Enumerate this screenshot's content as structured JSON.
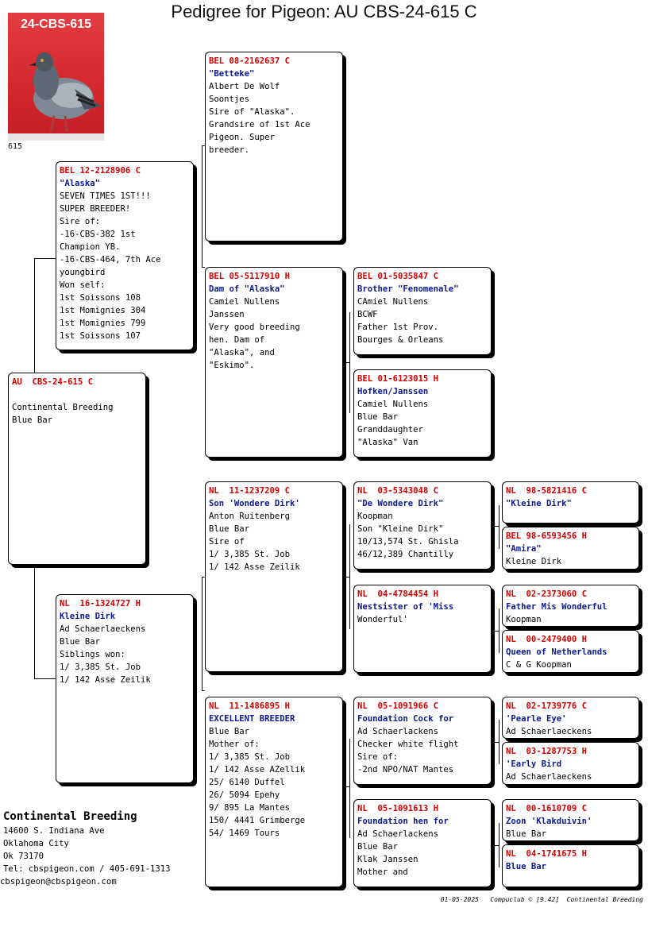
{
  "title": "Pedigree for Pigeon: AU  CBS-24-615 C",
  "photo": {
    "label": "24-CBS-615",
    "caption": "615"
  },
  "cards": {
    "subject": {
      "ring": "AU  CBS-24-615 C",
      "lines": [
        "",
        "Continental Breeding",
        "Blue Bar"
      ]
    },
    "sire": {
      "ring": "BEL 12-2128906 C",
      "name": "\"Alaska\"",
      "lines": [
        "SEVEN TIMES 1ST!!!",
        "SUPER BREEDER!",
        "Sire of:",
        "-16-CBS-382 1st",
        "Champion YB.",
        "-16-CBS-464, 7th Ace",
        "youngbird",
        "Won self:",
        "1st Soissons 108",
        "1st Momignies 304",
        "1st Momignies 799",
        "1st Soissons 107"
      ]
    },
    "dam": {
      "ring": "NL  16-1324727 H",
      "name": "Kleine Dirk",
      "lines": [
        "Ad Schaerlaeckens",
        "Blue Bar",
        "Siblings won:",
        "1/ 3,385 St. Job",
        "1/ 142 Asse Zeilik"
      ]
    },
    "ss": {
      "ring": "BEL 08-2162637 C",
      "name": "\"Betteke\"",
      "lines": [
        "Albert De Wolf",
        "Soontjes",
        "Sire of \"Alaska\".",
        "Grandsire of 1st Ace",
        "Pigeon. Super",
        "breeder."
      ]
    },
    "sd": {
      "ring": "BEL 05-5117910 H",
      "name": "Dam of \"Alaska\"",
      "lines": [
        "Camiel Nullens",
        "Janssen",
        "Very good breeding",
        "hen. Dam of",
        "\"Alaska\", and",
        "\"Eskimo\"."
      ]
    },
    "ds": {
      "ring": "NL  11-1237209 C",
      "name": "Son 'Wondere Dirk'",
      "lines": [
        "Anton Ruitenberg",
        "Blue Bar",
        "Sire of",
        "1/ 3,385 St. Job",
        "1/ 142 Asse Zeilik"
      ]
    },
    "dd": {
      "ring": "NL  11-1486895 H",
      "name": "EXCELLENT BREEDER",
      "lines": [
        "Blue Bar",
        "Mother of:",
        "1/ 3,385 St. Job",
        "1/ 142 Asse AZellik",
        "25/ 6140 Duffel",
        "26/ 5094 Epehy",
        "9/ 895 La Mantes",
        "150/ 4441 Grimberge",
        "54/ 1469 Tours"
      ]
    },
    "sds": {
      "ring": "BEL 01-5035847 C",
      "name": "Brother \"Fenomenale\"",
      "lines": [
        "CAmiel Nullens",
        "BCWF",
        "Father 1st Prov.",
        "Bourges & Orleans"
      ]
    },
    "sdd": {
      "ring": "BEL 01-6123015 H",
      "name": "Hofken/Janssen",
      "lines": [
        "Camiel Nullens",
        "Blue Bar",
        "Granddaughter",
        "\"Alaska\" Van"
      ]
    },
    "dss": {
      "ring": "NL  03-5343048 C",
      "name": "\"De Wondere Dirk\"",
      "lines": [
        "Koopman",
        "Son \"Kleine Dirk\"",
        "10/13,574 St. Ghisla",
        "46/12,389 Chantilly"
      ]
    },
    "dsd": {
      "ring": "NL  04-4784454 H",
      "name": "Nestsister of 'Miss",
      "lines": [
        "Wonderful'"
      ]
    },
    "dds": {
      "ring": "NL  05-1091966 C",
      "name": "Foundation Cock for",
      "lines": [
        "Ad Schaerlackens",
        "Checker white flight",
        "Sire of:",
        "-2nd NPO/NAT Mantes"
      ]
    },
    "ddd": {
      "ring": "NL  05-1091613 H",
      "name": "Foundation hen for",
      "lines": [
        "Ad Schaerlackens",
        "Blue Bar",
        "Klak Janssen",
        "Mother and"
      ]
    },
    "dsss": {
      "ring": "NL  98-5821416 C",
      "name": "\"Kleine Dirk\"",
      "lines": []
    },
    "dssd": {
      "ring": "BEL 98-6593456 H",
      "name": "\"Amira\"",
      "lines": [
        "Kleine Dirk"
      ]
    },
    "dsds": {
      "ring": "NL  02-2373060 C",
      "name": "Father Mis Wonderful",
      "lines": [
        "Koopman"
      ]
    },
    "dsdd": {
      "ring": "NL  00-2479400 H",
      "name": "Queen of Netherlands",
      "lines": [
        "C & G Koopman"
      ]
    },
    "ddss": {
      "ring": "NL  02-1739776 C",
      "name": "'Pearle Eye'",
      "lines": [
        "Ad Schaerlaeckens"
      ]
    },
    "ddsd": {
      "ring": "NL  03-1287753 H",
      "name": "'Early Bird",
      "lines": [
        "Ad Schaerlaeckens"
      ]
    },
    "ddds": {
      "ring": "NL  00-1610709 C",
      "name": "Zoon 'Klakduivin'",
      "lines": [
        "Blue Bar"
      ]
    },
    "dddd": {
      "ring": "NL  04-1741675 H",
      "name": "Blue Bar",
      "lines": []
    }
  },
  "breeder": {
    "name": "Continental Breeding",
    "address1": "14600 S. Indiana Ave",
    "address2": "Oklahoma City",
    "address3": "Ok 73170",
    "tel": "Tel: cbspigeon.com / 405-691-1313",
    "email": "cbspigeon@cbspigeon.com"
  },
  "footer": "01-05-2025   Compuclub © [9.42]  Continental Breeding",
  "colors": {
    "ring": "#d40000",
    "name": "#0a1a8c",
    "photo_bg": "#d3272d"
  }
}
